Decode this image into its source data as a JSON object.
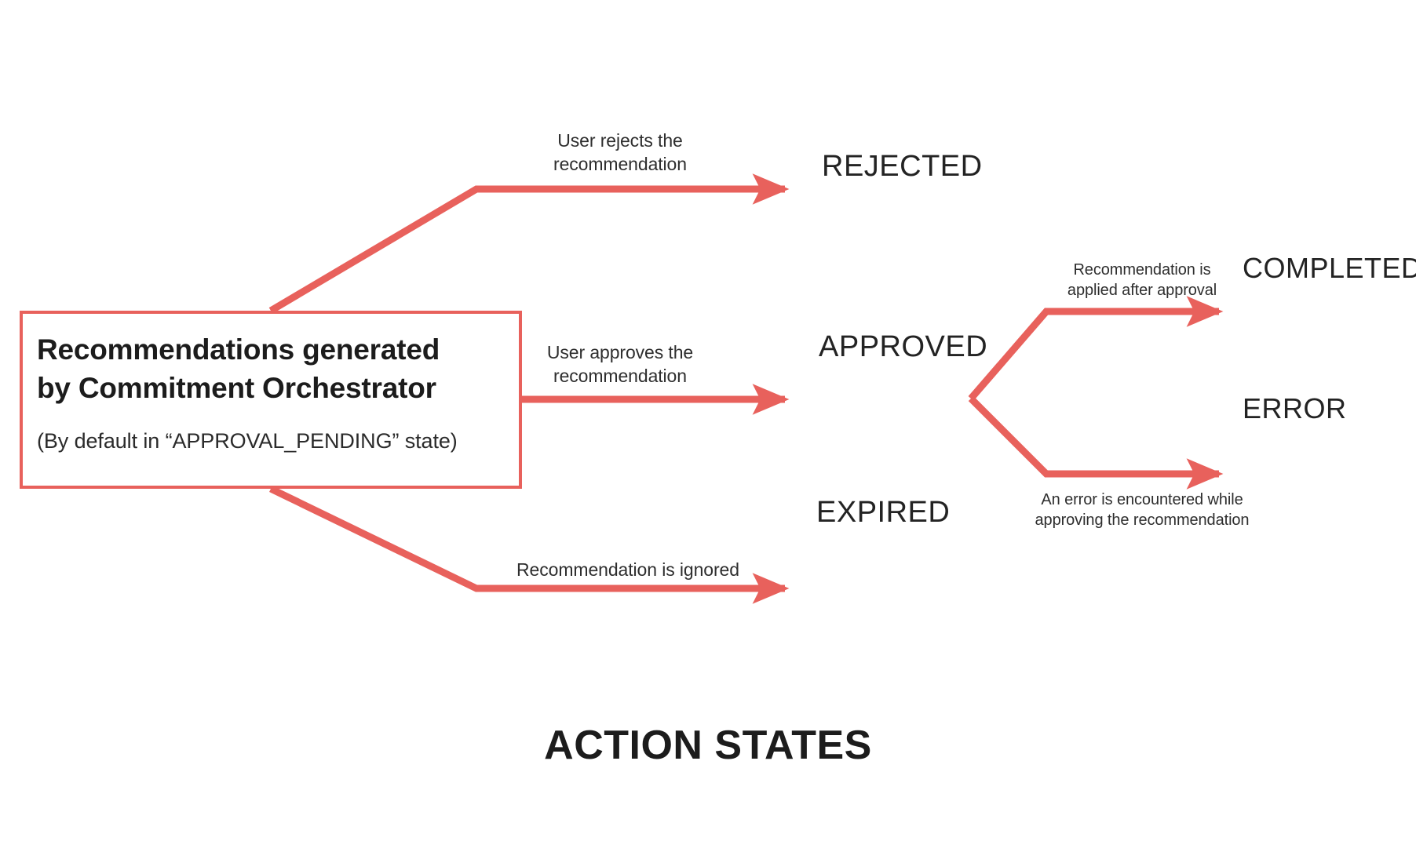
{
  "diagram": {
    "caption": "ACTION STATES",
    "accent_color": "#e8615c",
    "text_color": "#232323",
    "background_color": "#ffffff",
    "source_node": {
      "title_line_1": "Recommendations generated",
      "title_line_2": "by Commitment Orchestrator",
      "subtitle": "(By default in “APPROVAL_PENDING” state)"
    },
    "states": {
      "rejected": "REJECTED",
      "approved": "APPROVED",
      "completed": "COMPLETED",
      "error": "ERROR",
      "expired": "EXPIRED"
    },
    "edge_labels": {
      "reject": "User rejects the\nrecommendation",
      "approve": "User approves the\nrecommendation",
      "expire": "Recommendation is ignored",
      "complete": "Recommendation is\napplied after approval",
      "error": "An error is encountered while\napproving the recommendation"
    },
    "transitions": [
      {
        "from": "Recommendations generated by Commitment Orchestrator",
        "to": "REJECTED",
        "label": "User rejects the recommendation"
      },
      {
        "from": "Recommendations generated by Commitment Orchestrator",
        "to": "APPROVED",
        "label": "User approves the recommendation"
      },
      {
        "from": "Recommendations generated by Commitment Orchestrator",
        "to": "EXPIRED",
        "label": "Recommendation is ignored"
      },
      {
        "from": "APPROVED",
        "to": "COMPLETED",
        "label": "Recommendation is applied after approval"
      },
      {
        "from": "APPROVED",
        "to": "ERROR",
        "label": "An error is encountered while approving the recommendation"
      }
    ]
  }
}
